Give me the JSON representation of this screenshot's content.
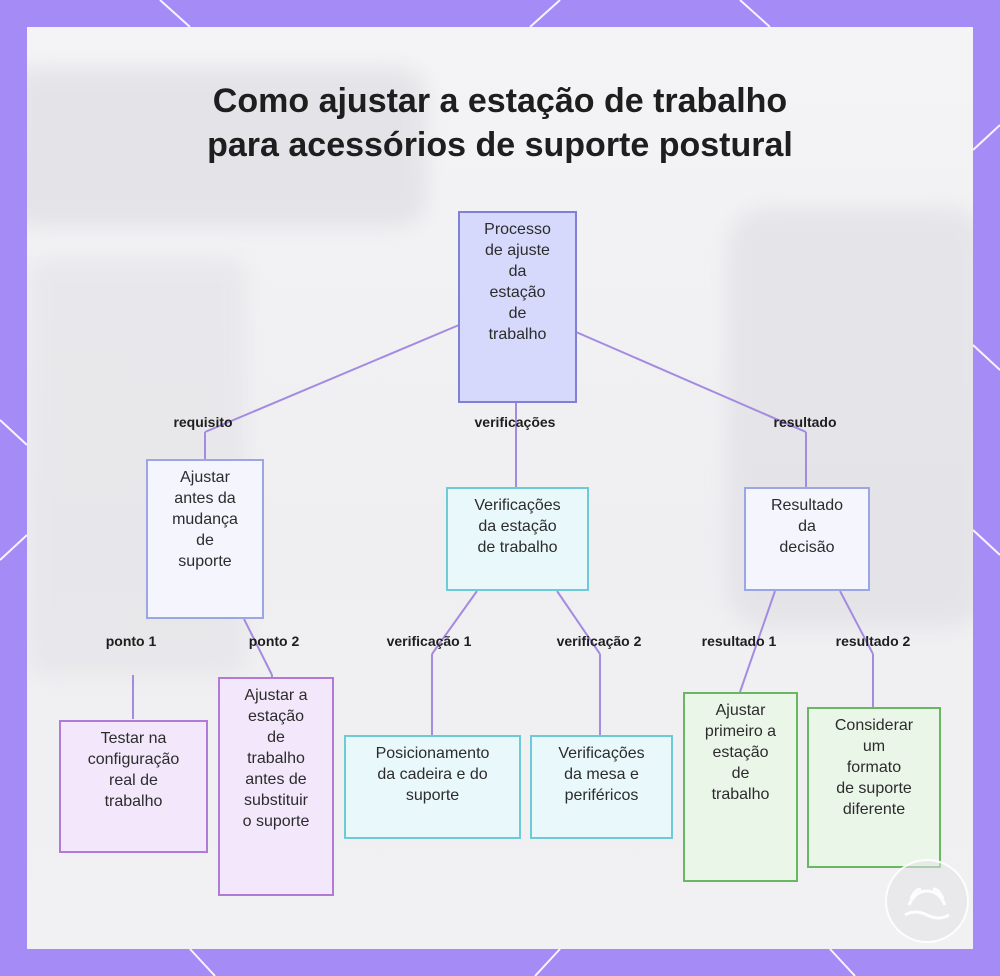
{
  "title": {
    "line1": "Como ajustar a estação de trabalho",
    "line2": "para acessórios de suporte postural"
  },
  "nodes": {
    "root": "Processo\nde ajuste\nda\nestação\nde\ntrabalho",
    "requisito": "Ajustar\nantes da\nmudança\nde\nsuporte",
    "verificacoes": "Verificações\nda estação\nde trabalho",
    "resultado": "Resultado\nda\ndecisão",
    "ponto1": "Testar na\nconfiguração\nreal de\ntrabalho",
    "ponto2": "Ajustar a\nestação\nde\ntrabalho\nantes de\nsubstituir\no suporte",
    "verificacao1": "Posicionamento\nda cadeira e do\nsuporte",
    "verificacao2": "Verificações\nda mesa e\nperiféricos",
    "resultado1": "Ajustar\nprimeiro a\nestação\nde\ntrabalho",
    "resultado2": "Considerar\num\nformato\nde suporte\ndiferente"
  },
  "edges": {
    "requisito": "requisito",
    "verificacoes": "verificações",
    "resultado": "resultado",
    "ponto1": "ponto 1",
    "ponto2": "ponto 2",
    "verificacao1": "verificação 1",
    "verificacao2": "verificação 2",
    "resultado1": "resultado 1",
    "resultado2": "resultado 2"
  },
  "colors": {
    "frame": "#a48bf5",
    "edge": "#a58be0"
  },
  "icons": [
    "logo-icon"
  ]
}
